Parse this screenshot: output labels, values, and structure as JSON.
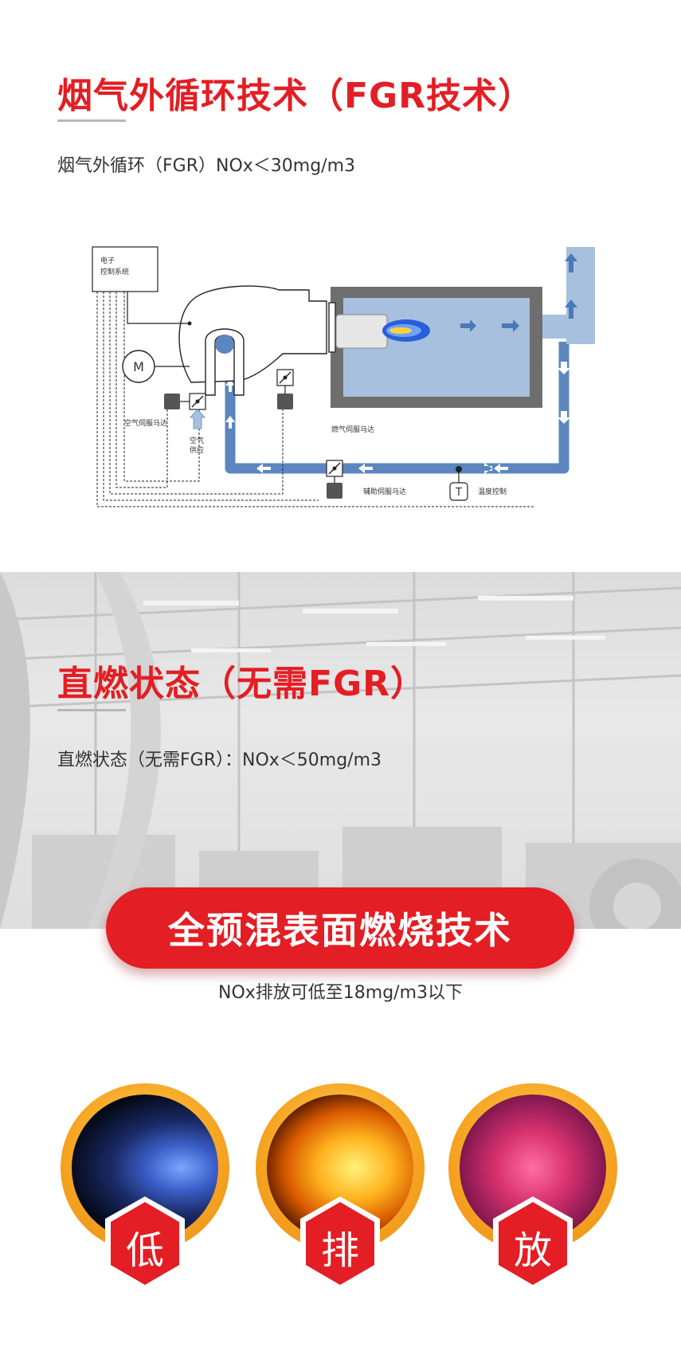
{
  "section1": {
    "title": "烟气外循环技术（FGR技术）",
    "subtitle": "烟气外循环（FGR）NOx＜30mg/m3"
  },
  "diagram": {
    "labels": {
      "control_system_line1": "电子",
      "control_system_line2": "控制系统",
      "motor_symbol": "M",
      "air_servo": "空气伺服马达",
      "air_supply_line1": "空气",
      "air_supply_line2": "供应",
      "gas_servo": "燃气伺服马达",
      "aux_servo": "辅助伺服马达",
      "temp_symbol": "T",
      "temp_control": "温度控制"
    },
    "colors": {
      "recirc_pipe": "#5b86c0",
      "chamber_light": "#a6c0de",
      "furnace_wall": "#6e6e6e",
      "flame_blue": "#2a5fd6",
      "flame_yellow": "#ffd23a"
    }
  },
  "section2": {
    "title": "直燃状态（无需FGR）",
    "subtitle": "直燃状态（无需FGR）：NOx＜50mg/m3"
  },
  "premix": {
    "button_label": "全预混表面燃烧技术",
    "caption": "NOx排放可低至18mg/m3以下"
  },
  "features": [
    {
      "char": "低"
    },
    {
      "char": "排"
    },
    {
      "char": "放"
    }
  ],
  "colors": {
    "accent_red": "#e31e24",
    "ring_gold": "#f6a623"
  }
}
